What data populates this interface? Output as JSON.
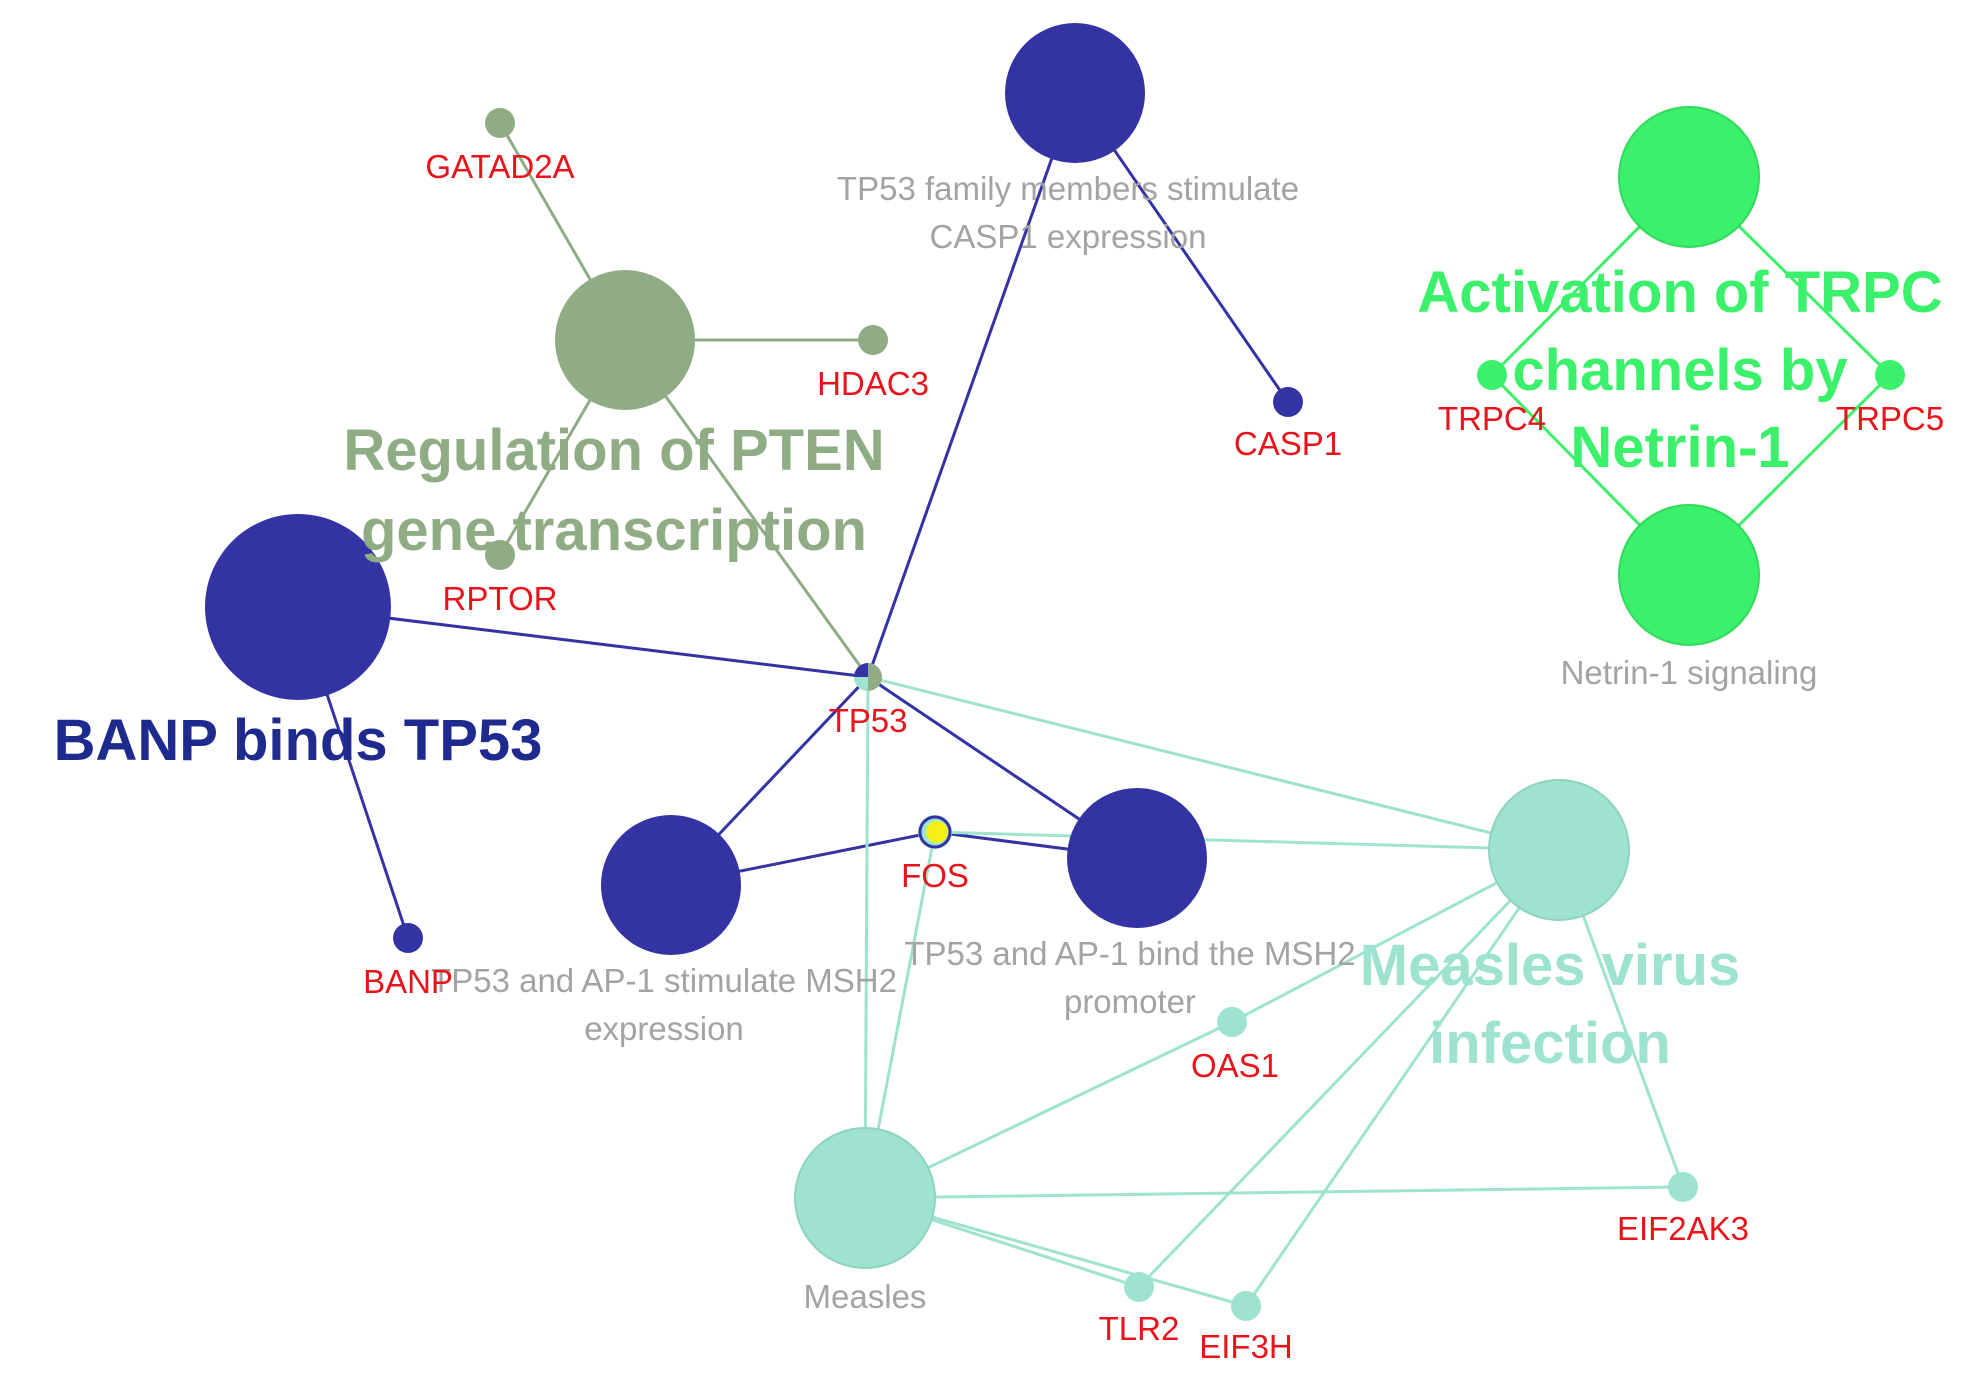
{
  "colors": {
    "pten": "#8fac85",
    "tp53": "#3333a3",
    "trpc": "#3bf06a",
    "measles": "#9ee3cf",
    "fos_fill": "#f6f017",
    "gene_label": "#e8141c",
    "term_label": "#a3a3a3"
  },
  "clusters": {
    "pten": {
      "line1": "Regulation of PTEN",
      "line2": "gene transcription"
    },
    "banp": {
      "line1": "BANP binds TP53"
    },
    "trpc": {
      "line1": "Activation of TRPC",
      "line2": "channels by",
      "line3": "Netrin-1"
    },
    "measles": {
      "line1": "Measles virus",
      "line2": "infection"
    }
  },
  "terms": {
    "casp1_expression": {
      "line1": "TP53 family members stimulate",
      "line2": "CASP1 expression"
    },
    "msh2_expression": {
      "line1": "TP53 and AP-1 stimulate MSH2",
      "line2": "expression"
    },
    "msh2_promoter": {
      "line1": "TP53 and AP-1 bind the MSH2",
      "line2": "promoter"
    },
    "netrin1_signaling": "Netrin-1 signaling",
    "measles": "Measles"
  },
  "genes": {
    "gatad2a": "GATAD2A",
    "hdac3": "HDAC3",
    "rptor": "RPTOR",
    "casp1": "CASP1",
    "trpc4": "TRPC4",
    "trpc5": "TRPC5",
    "tp53": "TP53",
    "fos": "FOS",
    "banp": "BANP",
    "oas1": "OAS1",
    "eif2ak3": "EIF2AK3",
    "tlr2": "TLR2",
    "eif3h": "EIF3H"
  }
}
